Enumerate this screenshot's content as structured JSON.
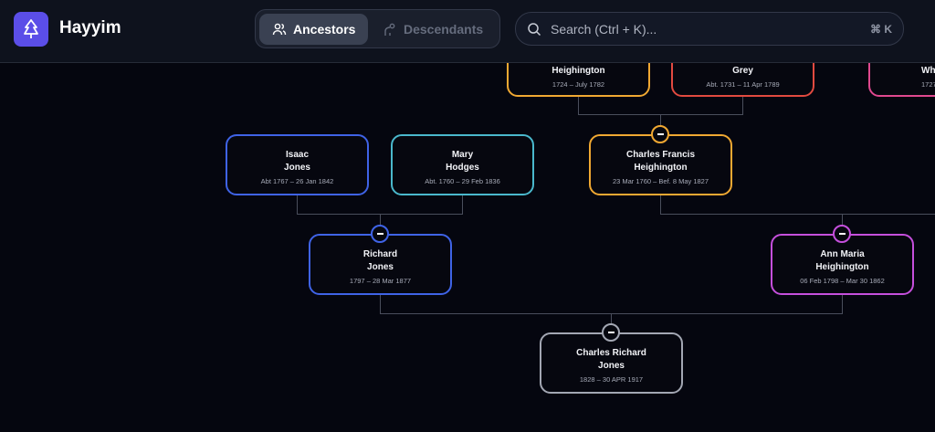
{
  "app": {
    "name": "Hayyim",
    "logo_icon": "tree-icon",
    "accent": "#5b4ee8"
  },
  "tabs": [
    {
      "label": "Ancestors",
      "icon": "users-icon",
      "active": true
    },
    {
      "label": "Descendants",
      "icon": "branch-icon",
      "active": false
    }
  ],
  "search": {
    "placeholder": "Search (Ctrl + K)...",
    "value": "",
    "shortcut": "⌘ K"
  },
  "people": {
    "heighington_parent": {
      "first": "",
      "last": "Heighington",
      "dates": "1724 – July 1782",
      "color": "#f0a832"
    },
    "grey": {
      "first": "",
      "last": "Grey",
      "dates": "Abt. 1731 – 11 Apr 1789",
      "color": "#e24a40"
    },
    "wh": {
      "first": "",
      "last": "Wh",
      "dates": "1727 –",
      "color": "#e0488f"
    },
    "isaac": {
      "first": "Isaac",
      "last": "Jones",
      "dates": "Abt 1767 – 26 Jan 1842",
      "color": "#3f63e6"
    },
    "mary": {
      "first": "Mary",
      "last": "Hodges",
      "dates": "Abt. 1760 – 29 Feb 1836",
      "color": "#4ab8cc"
    },
    "charles_francis": {
      "first": "Charles Francis",
      "last": "Heighington",
      "dates": "23 Mar 1760 – Bef. 8 May 1827",
      "color": "#f0a832"
    },
    "richard": {
      "first": "Richard",
      "last": "Jones",
      "dates": "1797 – 28 Mar 1877",
      "color": "#3f63e6"
    },
    "ann_maria": {
      "first": "Ann Maria",
      "last": "Heighington",
      "dates": "06 Feb 1798 – Mar 30 1862",
      "color": "#c54fdc"
    },
    "charles_richard": {
      "first": "Charles Richard",
      "last": "Jones",
      "dates": "1828 – 30 APR 1917",
      "color": "#a3a7b3"
    }
  }
}
